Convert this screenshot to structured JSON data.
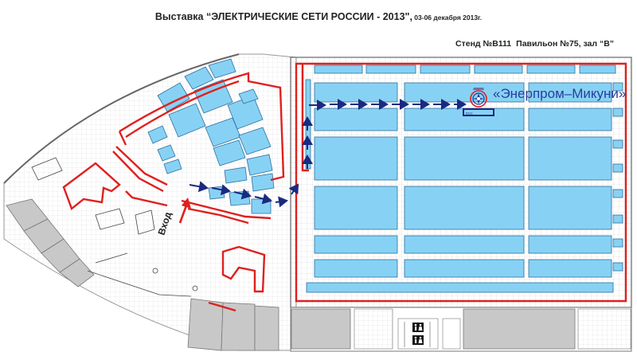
{
  "header": {
    "title_main": "Выставка “ЭЛЕКТРИЧЕСКИЕ СЕТИ РОССИИ - 2013\",",
    "title_dates": " 03-06 декабря 2013г."
  },
  "stand_info": {
    "stand": "Стенд №В111",
    "pavilion": "Павильон №75, зал “В”"
  },
  "exhibitor": {
    "name": "«Энерпром–Микуни»",
    "stand_label": "В111"
  },
  "entrance": {
    "label": "Вход"
  },
  "colors": {
    "booth_fill": "#87d2f4",
    "booth_stroke": "#2e6f9e",
    "wall_red": "#e0201e",
    "route_arrow": "#1a2a80",
    "entrance_arrow": "#e0201e",
    "brand_blue": "#2a3d9a",
    "highlight_stand": "#1a2a80"
  }
}
